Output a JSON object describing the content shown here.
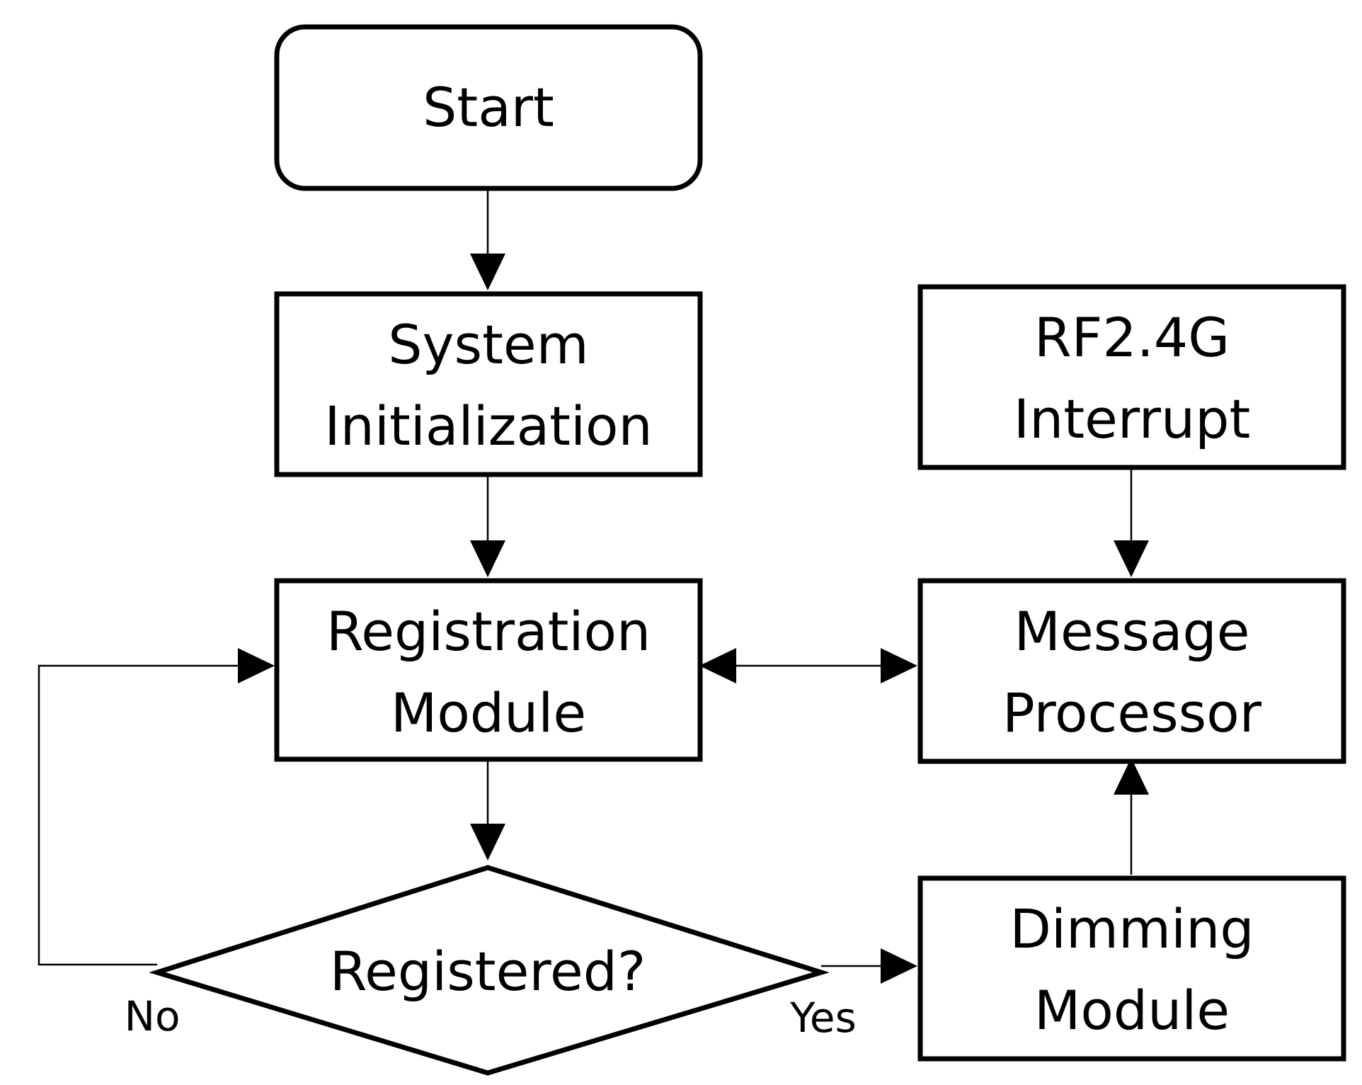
{
  "nodes": {
    "start": {
      "lines": [
        "Start"
      ]
    },
    "system_init": {
      "lines": [
        "System",
        "Initialization"
      ]
    },
    "registration": {
      "lines": [
        "Registration",
        "Module"
      ]
    },
    "registered": {
      "lines": [
        "Registered?"
      ]
    },
    "rf_interrupt": {
      "lines": [
        "RF2.4G",
        "Interrupt"
      ]
    },
    "message_processor": {
      "lines": [
        "Message",
        "Processor"
      ]
    },
    "dimming": {
      "lines": [
        "Dimming",
        "Module"
      ]
    }
  },
  "edge_labels": {
    "no": "No",
    "yes": "Yes"
  }
}
